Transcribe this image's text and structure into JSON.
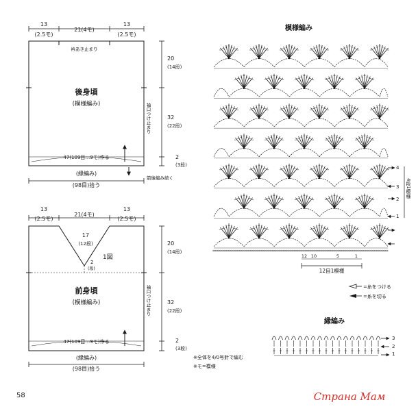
{
  "page_number": "58",
  "back_panel": {
    "title": "後身頃",
    "subtitle": "(模様編み)",
    "dim_left": "13",
    "dim_left_sub": "(2.5モ)",
    "dim_center": "21(4モ)",
    "dim_right": "13",
    "dim_right_sub": "(2.5モ)",
    "neck_note": "衿あき止まり",
    "height_top": "20",
    "height_top_sub": "(14段)",
    "height_mid": "32",
    "height_mid_sub": "(22段)",
    "height_bottom": "2",
    "height_bottom_sub": "(3段)",
    "side_note": "袖口つけ止まり",
    "bottom_note": "47(109目…9モ)作る",
    "edge_label": "(縁編み)",
    "width_total": "(98目)拾う",
    "continue_note": "前後編み続く"
  },
  "front_panel": {
    "title": "前身頃",
    "subtitle": "(模様編み)",
    "dim_left": "13",
    "dim_left_sub": "(2.5モ)",
    "dim_center": "21(4モ)",
    "dim_right": "13",
    "dim_right_sub": "(2.5モ)",
    "v_depth": "17",
    "v_depth_sub": "(12段)",
    "v_bottom": "2",
    "v_bottom_sub": "(段)",
    "figure_ref": "1図",
    "height_top": "20",
    "height_top_sub": "(14段)",
    "height_mid": "32",
    "height_mid_sub": "(22段)",
    "height_bottom": "2",
    "height_bottom_sub": "(3段)",
    "side_note": "袖口つけ止まり",
    "bottom_note": "47(109目…9モ)作る",
    "edge_label": "(縁編み)",
    "width_total": "(98目)拾う"
  },
  "notes": {
    "hook": "※全体を4/0号針で編む",
    "unit": "※モ=模様"
  },
  "pattern_chart": {
    "title": "模様編み",
    "repeat_label": "4段1模様",
    "row_labels": [
      "4",
      "3",
      "2",
      "1"
    ],
    "stitch_counts": [
      "12",
      "10",
      "5",
      "1"
    ],
    "stitch_repeat": "12目1模様"
  },
  "legend": {
    "join": "=糸をつける",
    "cut": "=糸を切る"
  },
  "edging_chart": {
    "title": "縁編み",
    "row_labels": [
      "3",
      "2",
      "1"
    ]
  },
  "watermark": "Страна Мам"
}
